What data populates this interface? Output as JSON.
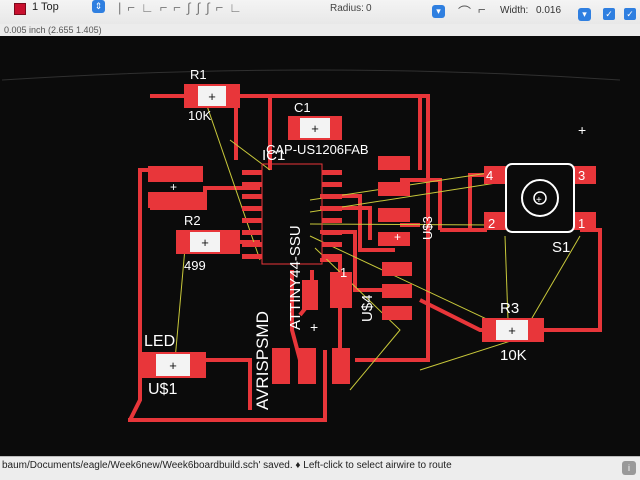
{
  "toolbar": {
    "layer_color": "#c8102e",
    "layer_name": "1 Top",
    "radius_label": "Radius:",
    "radius_value": "0",
    "width_label": "Width:",
    "width_value": "0.016",
    "coordinates": "0.005 inch (2.655 1.405)"
  },
  "board": {
    "background": "#0b0b0b",
    "copper_color": "#e8363a",
    "airwire_color": "#c8c83a",
    "labels": {
      "r1": "R1",
      "r1_value": "10K",
      "c1": "C1",
      "c1_value": "CAP-US1206FAB",
      "ic1": "IC1",
      "ic1_value": "ATTINY44-SSU",
      "r2": "R2",
      "r2_value": "499",
      "us3": "U$3",
      "us4": "U$4",
      "avr": "AVRISPSMD",
      "r3": "R3",
      "r3_value": "10K",
      "led": "LED",
      "us1": "U$1",
      "s1": "S1",
      "pin4": "4",
      "pin3": "3",
      "pin2": "2",
      "pin1": "1"
    }
  },
  "status": {
    "message": "baum/Documents/eagle/Week6new/Week6boardbuild.sch' saved. ♦ Left-click to select airwire to route"
  }
}
